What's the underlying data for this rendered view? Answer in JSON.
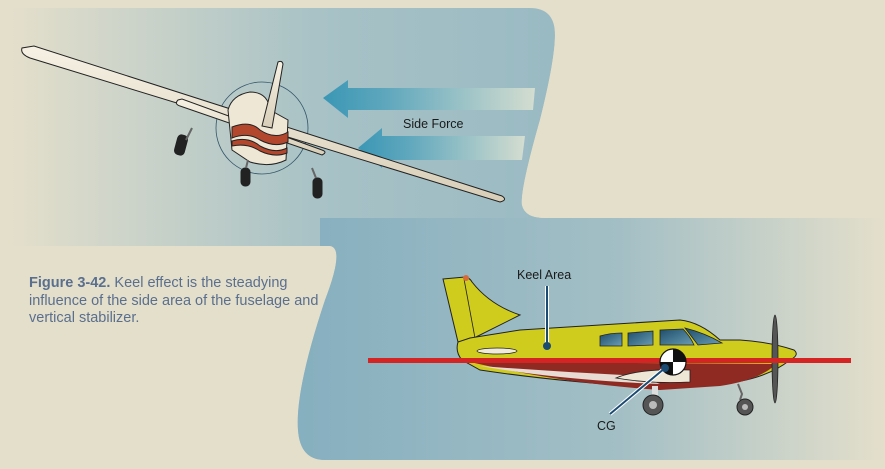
{
  "figure": {
    "number": "Figure 3-42.",
    "caption": "Keel effect is the steadying influence of the side area of the fuselage and vertical stabilizer."
  },
  "labels": {
    "side_force": "Side Force",
    "keel_area": "Keel Area",
    "cg": "CG"
  },
  "colors": {
    "background": "#e4dfcb",
    "sky": "#86afbf",
    "arrow": "#3a97b5",
    "fuselage": "#cfcc1e",
    "cg_line": "#d42424",
    "caption_text": "#5a6f8e"
  }
}
